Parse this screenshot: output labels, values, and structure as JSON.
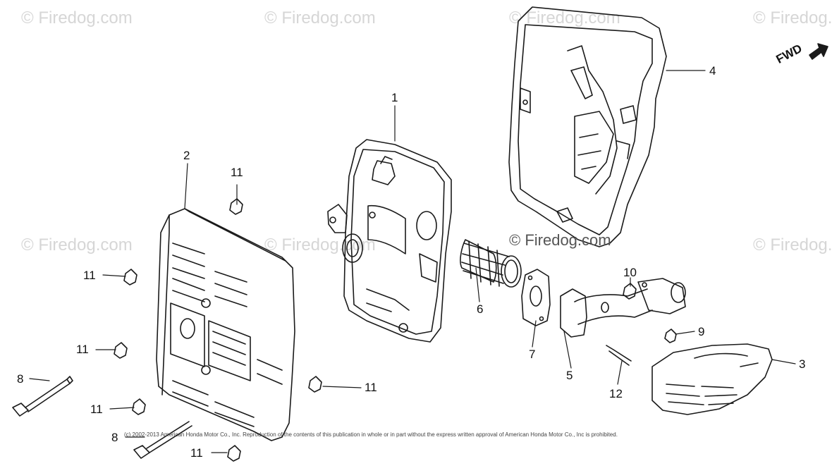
{
  "watermarks": {
    "top_left": "© Firedog.com",
    "top_mid": "© Firedog.com",
    "top_right_mid": "© Firedog.com",
    "top_right": "© Firedog.com",
    "mid_left": "© Firedog.com",
    "mid_mid": "© Firedog.com",
    "mid_right": "© Firedog.com"
  },
  "center_mark": "© Firedog.com",
  "direction_indicator": "FWD",
  "copyright_notice": "(c) 2002-2013 American Honda Motor Co., Inc. Reproduction of the contents of this publication in whole or in part without the express written approval of American Honda Motor Co., Inc is prohibited.",
  "callouts": {
    "c1": "1",
    "c2": "2",
    "c3": "3",
    "c4": "4",
    "c5": "5",
    "c6": "6",
    "c7": "7",
    "c8a": "8",
    "c8b": "8",
    "c9": "9",
    "c10": "10",
    "c11a": "11",
    "c11b": "11",
    "c11c": "11",
    "c11d": "11",
    "c11e": "11",
    "c11f": "11",
    "c12": "12"
  },
  "colors": {
    "line": "#1a1a1a",
    "watermark": "#d6d6d6"
  }
}
